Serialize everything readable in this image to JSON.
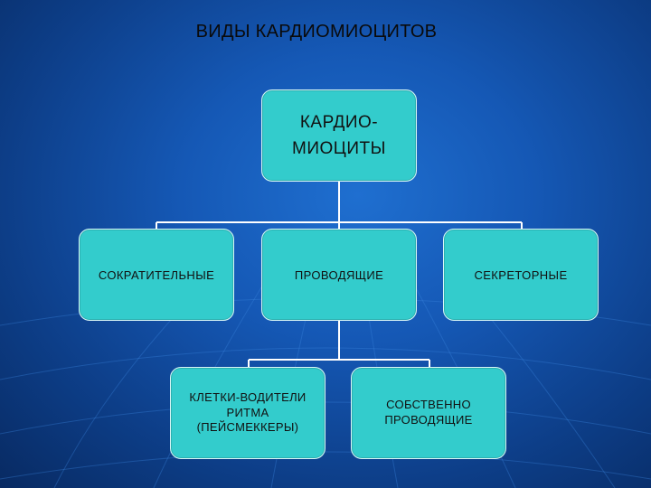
{
  "title": "ВИДЫ КАРДИОМИОЦИТОВ",
  "root": {
    "line1": "КАРДИО-",
    "line2": "МИОЦИТЫ"
  },
  "types": [
    {
      "label": "СОКРАТИТЕЛЬНЫЕ"
    },
    {
      "label": "ПРОВОДЯЩИЕ"
    },
    {
      "label": "СЕКРЕТОРНЫЕ"
    }
  ],
  "subtypes": [
    {
      "line1": "КЛЕТКИ-ВОДИТЕЛИ",
      "line2": "РИТМА",
      "line3": "(ПЕЙСМЕККЕРЫ)"
    },
    {
      "line1": "СОБСТВЕННО",
      "line2": "ПРОВОДЯЩИЕ"
    }
  ],
  "colors": {
    "box": "#33cccc",
    "connector": "#ffffff",
    "background": "#1558b5"
  }
}
